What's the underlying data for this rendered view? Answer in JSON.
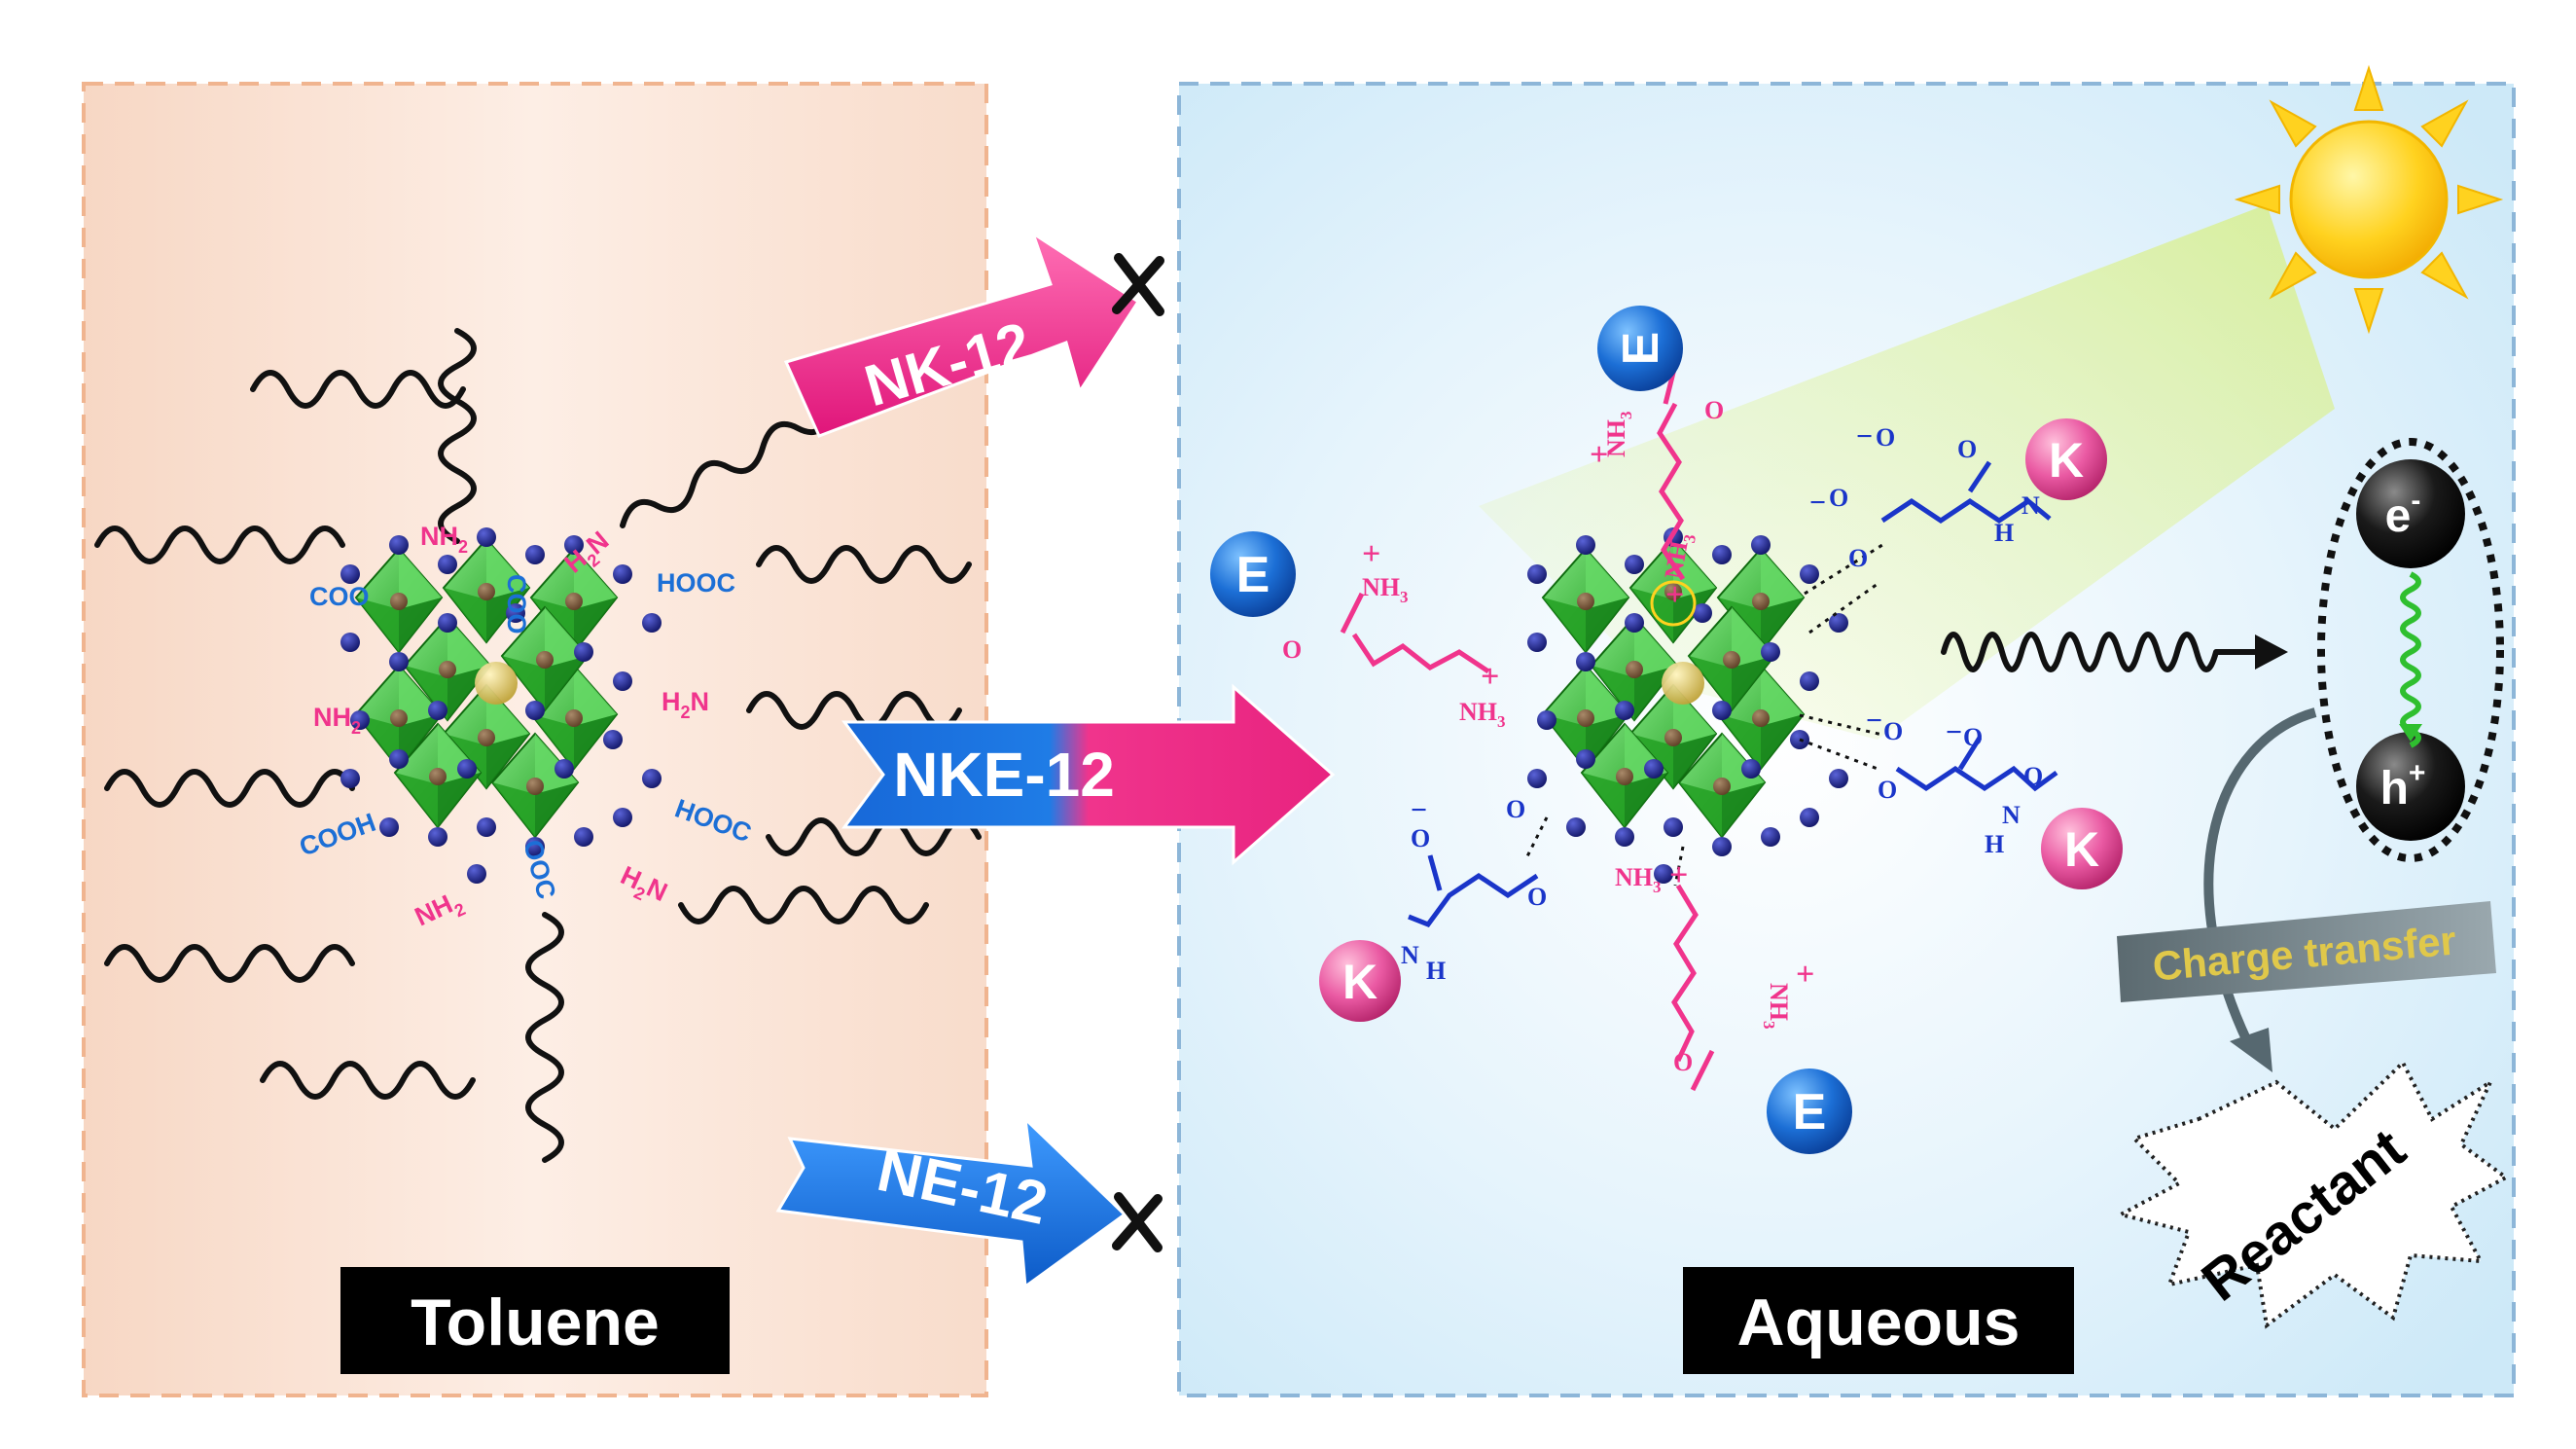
{
  "panels": {
    "left_label": "Toluene",
    "right_label": "Aqueous"
  },
  "arrows": {
    "top": "NK-12",
    "middle": "NKE-12",
    "bottom": "NE-12"
  },
  "ligands_left": {
    "nh2": "NH",
    "nh2_sub": "2",
    "h2n_h": "H",
    "h2n_sub": "2",
    "h2n_n": "N",
    "cooh": "COOH",
    "hooc": "HOOC",
    "coo": "COO",
    "ooc": "OOC"
  },
  "residues": {
    "E": "E",
    "K": "K",
    "nh3": "NH",
    "nh3_sub": "3",
    "plus": "+",
    "o": "O",
    "h": "H",
    "n": "N",
    "minus": "−"
  },
  "carriers": {
    "electron": "e",
    "electron_sup": "-",
    "hole": "h",
    "hole_sup": "+"
  },
  "charge_transfer": "Charge transfer",
  "reactant": "Reactant",
  "colors": {
    "left_bg": "#fbe3d6",
    "right_bg": "#dff1fb",
    "pink": "#f0348c",
    "blue": "#1c6fd6",
    "navy": "#1a1f78",
    "green": "#2fbf2f",
    "sun": "#ffd21f"
  }
}
